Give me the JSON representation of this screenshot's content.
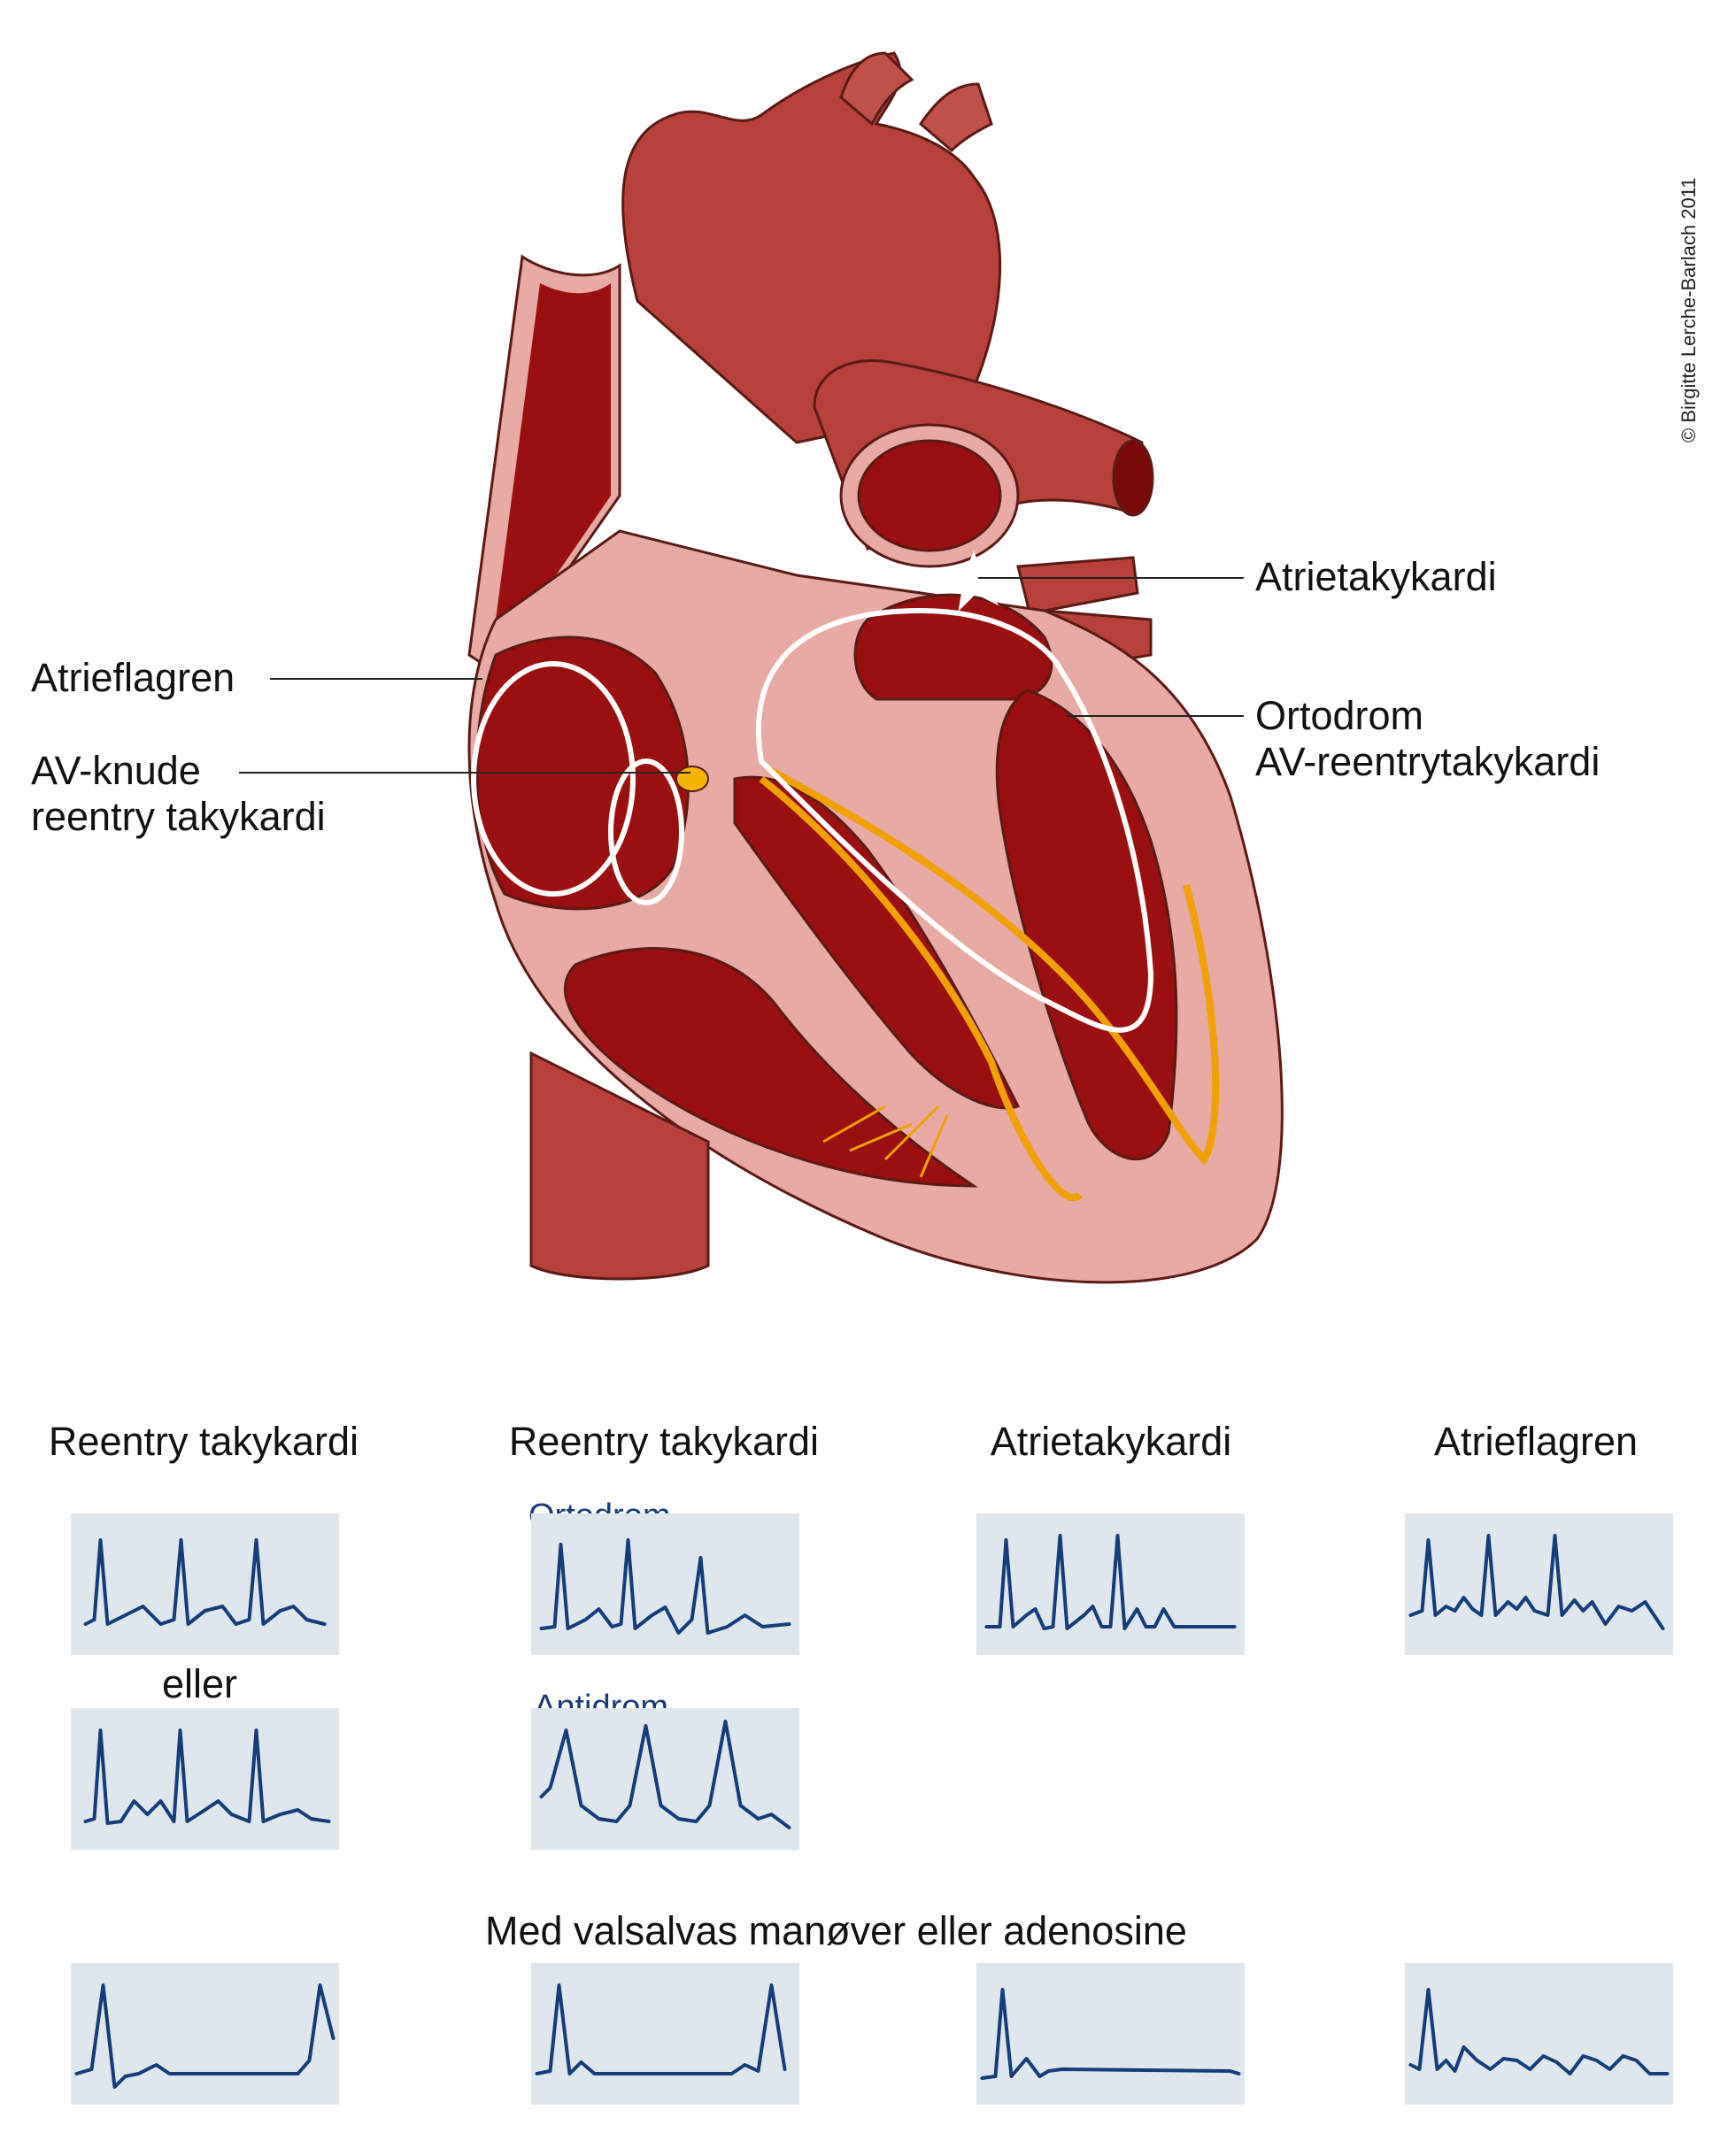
{
  "copyright": "© Birgitte Lerche-Barlach 2011",
  "heart_labels": {
    "atrial_flutter": "Atrieflagren",
    "av_node_line1": "AV-knude",
    "av_node_line2": "reentry takykardi",
    "atrial_tachy": "Atrietakykardi",
    "orthodromic_line1": "Ortodrom",
    "orthodromic_line2": "AV-reentrytakykardi"
  },
  "columns": [
    {
      "title": "Reentry takykardi"
    },
    {
      "title": "Reentry takykardi"
    },
    {
      "title": "Atrietakykardi"
    },
    {
      "title": "Atrieflagren"
    }
  ],
  "sublabels": {
    "or": "eller",
    "orthodromic": "Ortodrom",
    "antidromic": "Antidrom"
  },
  "bottom_caption": "Med valsalvas manøver eller adenosine",
  "colors": {
    "heart_outer": "#b8413b",
    "heart_dark": "#9a1010",
    "heart_light": "#e8aaa4",
    "conduction": "#f0a000",
    "ecg_bg": "#e0e7ec",
    "ecg_line": "#143d7a"
  }
}
